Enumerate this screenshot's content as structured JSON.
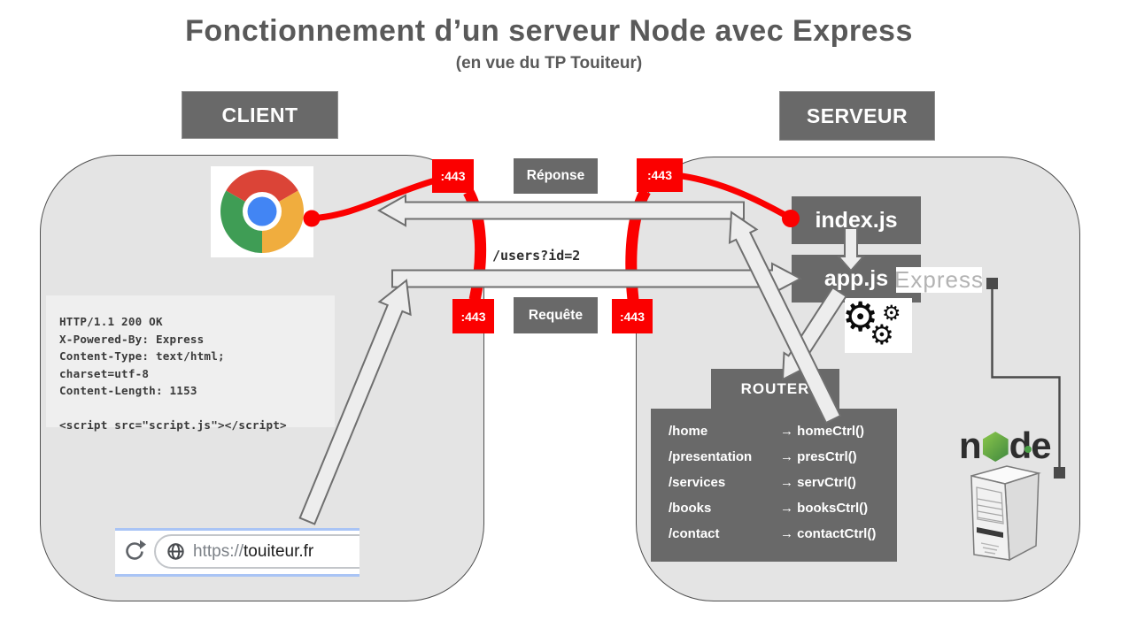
{
  "title": "Fonctionnement d’un serveur Node avec Express",
  "subtitle": "(en vue du TP Touiteur)",
  "client": {
    "label": "CLIENT",
    "http_response": "HTTP/1.1 200 OK\nX-Powered-By: Express\nContent-Type: text/html;\ncharset=utf-8\nContent-Length: 1153\n\n<script src=\"script.js\"></script>",
    "url": {
      "scheme": "https://",
      "host": "touiteur.fr"
    }
  },
  "middle": {
    "response_label": "Réponse",
    "request_label": "Requête",
    "port_label": ":443",
    "query": "/users?id=2"
  },
  "server": {
    "label": "SERVEUR",
    "index_file": "index.js",
    "app_file": "app.js",
    "express_label": "Express",
    "node_before": "n",
    "node_after": "de"
  },
  "router": {
    "label": "ROUTER",
    "arrow_glyph": "→",
    "routes": [
      {
        "path": "/home",
        "controller": "homeCtrl()"
      },
      {
        "path": "/presentation",
        "controller": "presCtrl()"
      },
      {
        "path": "/services",
        "controller": "servCtrl()"
      },
      {
        "path": "/books",
        "controller": "booksCtrl()"
      },
      {
        "path": "/contact",
        "controller": "contactCtrl()"
      }
    ]
  },
  "icons": {
    "gear": "⚙"
  },
  "colors": {
    "accent_red": "#fb0000",
    "box_gray": "#696969",
    "container_gray": "#e4e4e4",
    "node_green": "#3f873f"
  }
}
